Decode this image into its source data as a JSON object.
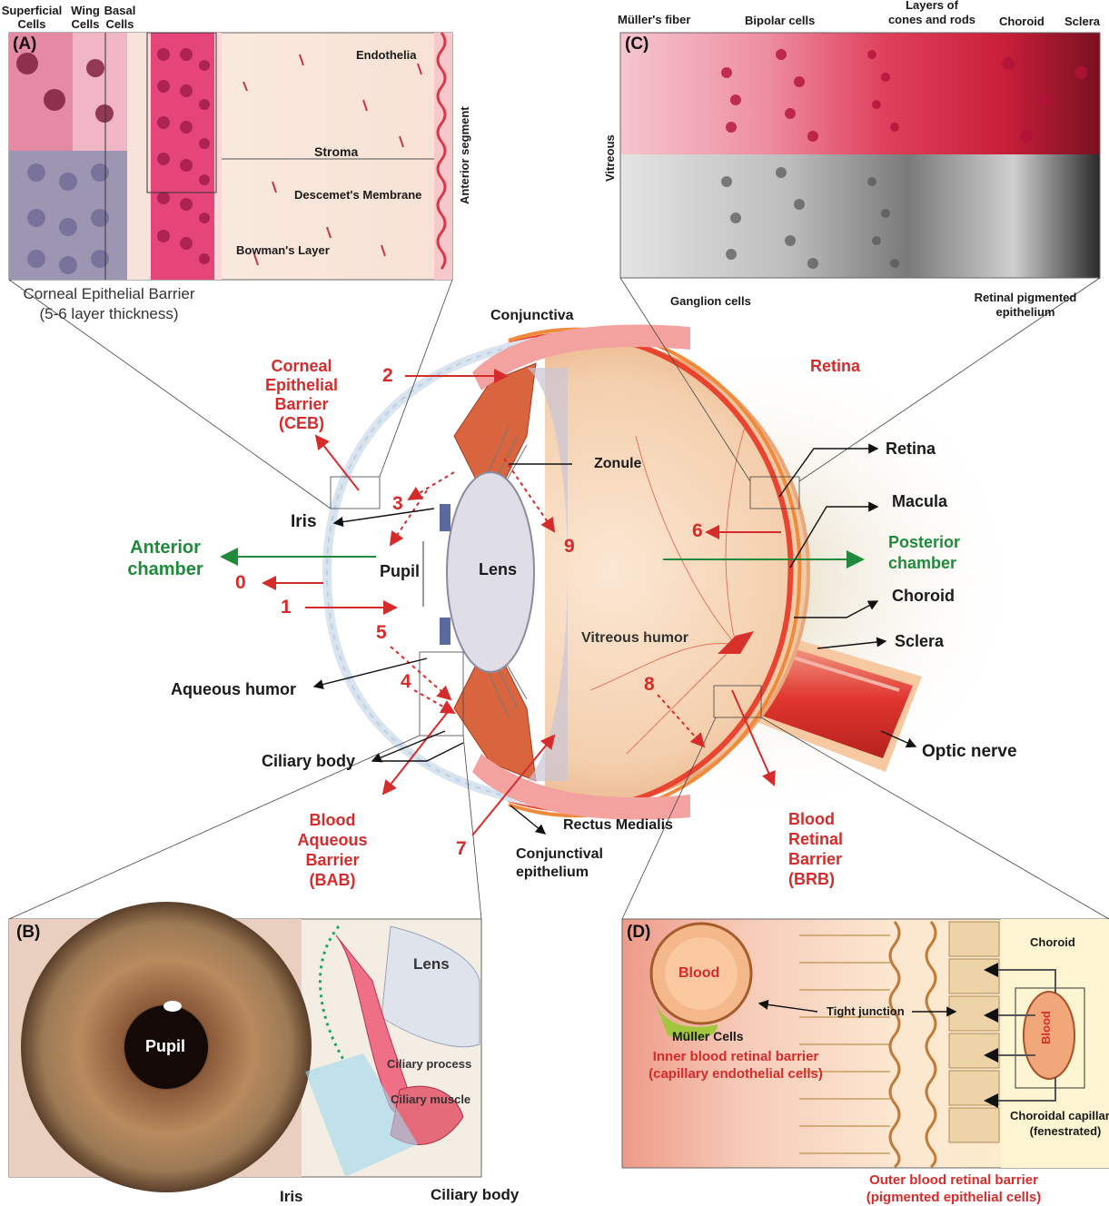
{
  "panel_a": {
    "tag": "(A)",
    "top_labels": [
      "Superficial Cells",
      "Wing Cells",
      "Basal Cells"
    ],
    "endothelia": "Endothelia",
    "stroma": "Stroma",
    "descemet": "Descemet's Membrane",
    "bowman": "Bowman's Layer",
    "anterior_segment": "Anterior segment",
    "caption_line1": "Corneal Epithelial Barrier",
    "caption_line2": "(5-6 layer thickness)"
  },
  "panel_b": {
    "tag": "(B)",
    "pupil": "Pupil",
    "lens": "Lens",
    "ciliary_process": "Ciliary process",
    "ciliary_muscle": "Ciliary muscle",
    "iris": "Iris",
    "ciliary_body": "Ciliary body"
  },
  "panel_c": {
    "tag": "(C)",
    "muller_fiber": "Müller's fiber",
    "bipolar_cells": "Bipolar cells",
    "layers_line1": "Layers of",
    "layers_line2": "cones and rods",
    "choroid": "Choroid",
    "sclera": "Sclera",
    "vitreous": "Vitreous",
    "ganglion": "Ganglion cells",
    "rpe_line1": "Retinal pigmented",
    "rpe_line2": "epithelium"
  },
  "panel_d": {
    "tag": "(D)",
    "blood": "Blood",
    "blood_vertical": "Blood",
    "muller_cells": "Müller Cells",
    "tight_junction": "Tight junction",
    "inner_line1": "Inner blood retinal barrier",
    "inner_line2": "(capillary endothelial cells)",
    "choroid": "Choroid",
    "choroidal_line1": "Choroidal capillaries",
    "choroidal_line2": "(fenestrated)",
    "outer_line1": "Outer blood retinal barrier",
    "outer_line2": "(pigmented epithelial cells)"
  },
  "eye": {
    "conjunctiva": "Conjunctiva",
    "retina_red": "Retina",
    "ceb": [
      "Corneal",
      "Epithelial",
      "Barrier",
      "(CEB)"
    ],
    "zonule": "Zonule",
    "retina": "Retina",
    "macula": "Macula",
    "iris": "Iris",
    "anterior_chamber": [
      "Anterior",
      "chamber"
    ],
    "posterior_chamber": [
      "Posterior",
      "chamber"
    ],
    "pupil": "Pupil",
    "lens": "Lens",
    "choroid": "Choroid",
    "sclera": "Sclera",
    "vitreous_humor": "Vitreous humor",
    "aqueous_humor": "Aqueous humor",
    "ciliary_body": "Ciliary body",
    "optic_nerve": "Optic nerve",
    "rectus_medialis": "Rectus Medialis",
    "conjunctival_epithelium": [
      "Conjunctival",
      "epithelium"
    ],
    "bab": [
      "Blood",
      "Aqueous",
      "Barrier",
      "(BAB)"
    ],
    "brb": [
      "Blood",
      "Retinal",
      "Barrier",
      "(BRB)"
    ],
    "route_numbers": [
      "0",
      "1",
      "2",
      "3",
      "4",
      "5",
      "6",
      "7",
      "8",
      "9"
    ]
  },
  "colors": {
    "red": "#d62b2b",
    "green": "#1f8a3a",
    "tissue_pink": "#e23a6b",
    "eye_peach": "#f6d4b4"
  }
}
